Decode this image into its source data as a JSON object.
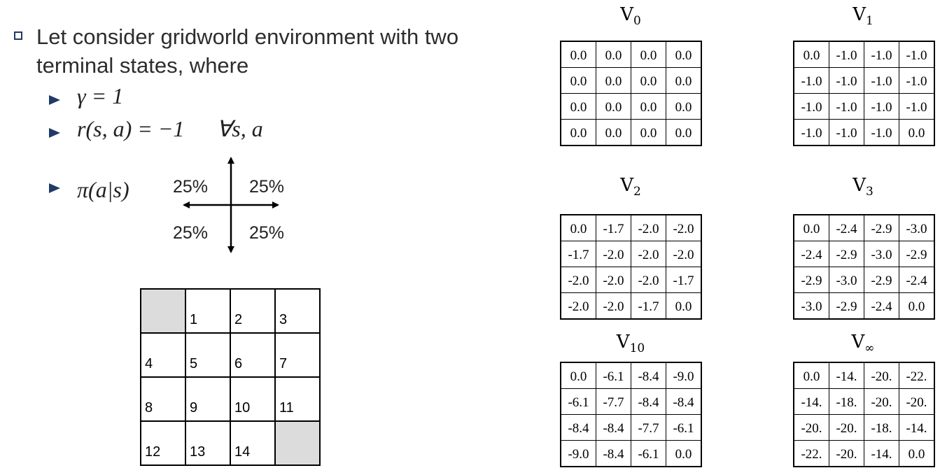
{
  "intro": {
    "text": "Let consider gridworld environment with two terminal states, where"
  },
  "bullets": {
    "gamma": "γ = 1",
    "reward": "r(s, a) = −1",
    "reward_quantifier": "∀s, a",
    "policy": "π(a|s)"
  },
  "policy_percentages": {
    "top_left": "25%",
    "top_right": "25%",
    "bottom_left": "25%",
    "bottom_right": "25%"
  },
  "state_grid": [
    [
      "",
      "1",
      "2",
      "3"
    ],
    [
      "4",
      "5",
      "6",
      "7"
    ],
    [
      "8",
      "9",
      "10",
      "11"
    ],
    [
      "12",
      "13",
      "14",
      ""
    ]
  ],
  "value_tables": [
    {
      "label": "V",
      "subscript": "0",
      "rows": [
        [
          "0.0",
          "0.0",
          "0.0",
          "0.0"
        ],
        [
          "0.0",
          "0.0",
          "0.0",
          "0.0"
        ],
        [
          "0.0",
          "0.0",
          "0.0",
          "0.0"
        ],
        [
          "0.0",
          "0.0",
          "0.0",
          "0.0"
        ]
      ]
    },
    {
      "label": "V",
      "subscript": "1",
      "rows": [
        [
          "0.0",
          "-1.0",
          "-1.0",
          "-1.0"
        ],
        [
          "-1.0",
          "-1.0",
          "-1.0",
          "-1.0"
        ],
        [
          "-1.0",
          "-1.0",
          "-1.0",
          "-1.0"
        ],
        [
          "-1.0",
          "-1.0",
          "-1.0",
          "0.0"
        ]
      ]
    },
    {
      "label": "V",
      "subscript": "2",
      "rows": [
        [
          "0.0",
          "-1.7",
          "-2.0",
          "-2.0"
        ],
        [
          "-1.7",
          "-2.0",
          "-2.0",
          "-2.0"
        ],
        [
          "-2.0",
          "-2.0",
          "-2.0",
          "-1.7"
        ],
        [
          "-2.0",
          "-2.0",
          "-1.7",
          "0.0"
        ]
      ]
    },
    {
      "label": "V",
      "subscript": "3",
      "rows": [
        [
          "0.0",
          "-2.4",
          "-2.9",
          "-3.0"
        ],
        [
          "-2.4",
          "-2.9",
          "-3.0",
          "-2.9"
        ],
        [
          "-2.9",
          "-3.0",
          "-2.9",
          "-2.4"
        ],
        [
          "-3.0",
          "-2.9",
          "-2.4",
          "0.0"
        ]
      ]
    },
    {
      "label": "V",
      "subscript": "10",
      "rows": [
        [
          "0.0",
          "-6.1",
          "-8.4",
          "-9.0"
        ],
        [
          "-6.1",
          "-7.7",
          "-8.4",
          "-8.4"
        ],
        [
          "-8.4",
          "-8.4",
          "-7.7",
          "-6.1"
        ],
        [
          "-9.0",
          "-8.4",
          "-6.1",
          "0.0"
        ]
      ]
    },
    {
      "label": "V",
      "subscript": "∞",
      "rows": [
        [
          "0.0",
          "-14.",
          "-20.",
          "-22."
        ],
        [
          "-14.",
          "-18.",
          "-20.",
          "-20."
        ],
        [
          "-20.",
          "-20.",
          "-18.",
          "-14."
        ],
        [
          "-22.",
          "-20.",
          "-14.",
          "0.0"
        ]
      ]
    }
  ]
}
